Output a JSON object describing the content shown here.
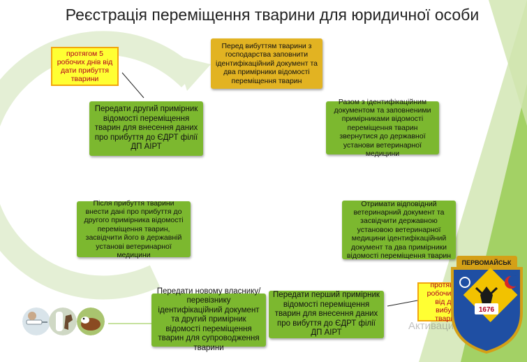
{
  "title": "Реєстрація переміщення тварини для юридичної особи",
  "steps": [
    "Перед вибуттям тварини з господарства заповнити ідентифікаційний документ та два примірники відомості переміщення тварин",
    "Разом з ідентифікаційним документом та заповненими примірниками відомості переміщення тварин звернутися до державної установи ветеринарної медицини",
    "Отримати відповідний ветеринарний документ та засвідчити державною установою ветеринарної медицини ідентифікаційний документ та два примірники відомості переміщення тварин",
    "Передати перший примірник відомості переміщення тварин для внесення даних про вибуття до ЄДРТ філії ДП АІРТ",
    "Передати новому власнику/перевізнику ідентифікаційний документ та другий примірник відомості переміщення тварин для супроводження тварини",
    "Після прибуття тварини внести дані про прибуття до другого примірника відомості переміщення тварин, засвідчити його в державній установі ветеринарної медицини",
    "Передати другий примірник відомості переміщення тварин для внесення даних про прибуття до ЄДРТ філії ДП АІРТ"
  ],
  "notes": {
    "left": "протягом 5 робочих днів від дати прибуття тварини",
    "right": "протягом 5 робочих днів від дати вибуття тварини"
  },
  "emblem": {
    "banner": "ПЕРВОМАЙСЬК",
    "year": "1676"
  },
  "watermark": "Активация Windows",
  "colors": {
    "green": "#7cb82f",
    "gold": "#e2b322",
    "note_bg": "#ffff33",
    "note_text": "#b00020",
    "ring": "#e4efd5"
  }
}
